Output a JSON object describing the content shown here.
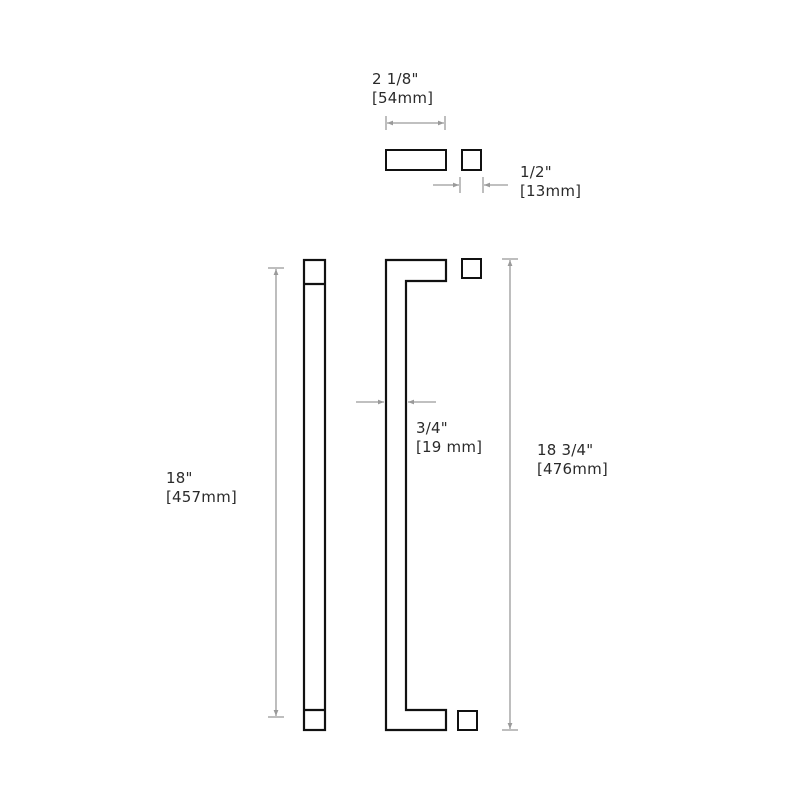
{
  "drawing": {
    "colors": {
      "outline": "#111111",
      "dimension": "#9a9a9a",
      "text": "#2a2a2a",
      "background": "#ffffff"
    },
    "dimensions": {
      "width_top": {
        "imperial": "2 1/8\"",
        "metric": "[54mm]"
      },
      "depth_top": {
        "imperial": "1/2\"",
        "metric": "[13mm]"
      },
      "bar_width": {
        "imperial": "3/4\"",
        "metric": "[19 mm]"
      },
      "center_to_center": {
        "imperial": "18\"",
        "metric": "[457mm]"
      },
      "overall_length": {
        "imperial": "18 3/4\"",
        "metric": "[476mm]"
      }
    }
  }
}
